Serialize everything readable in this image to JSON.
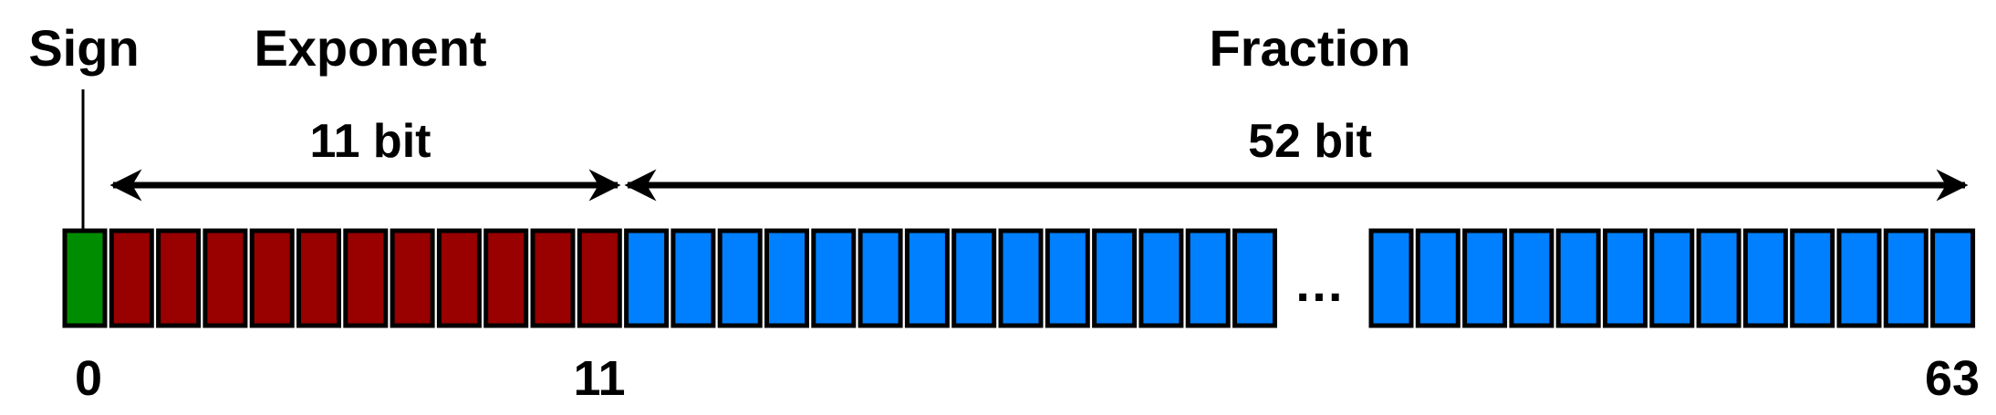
{
  "labels": {
    "sign": "Sign",
    "exponent": "Exponent",
    "fraction": "Fraction",
    "exponent_width": "11 bit",
    "fraction_width": "52 bit",
    "ellipsis": "…"
  },
  "indices": {
    "start": "0",
    "exponent_end": "11",
    "end": "63"
  },
  "fields": [
    {
      "name": "sign",
      "bits_drawn": 1,
      "color": "#008c00"
    },
    {
      "name": "exponent",
      "bits_drawn": 11,
      "color": "#990000"
    },
    {
      "name": "fraction",
      "bits_drawn_before_gap": 14,
      "bits_drawn_after_gap": 13,
      "color": "#0080ff"
    }
  ]
}
